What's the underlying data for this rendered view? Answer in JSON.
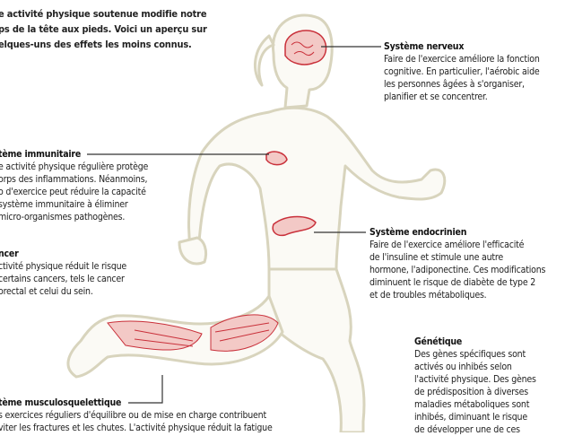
{
  "intro": {
    "lines": [
      "e activité physique soutenue modifie notre",
      "ps de la tête aux pieds. Voici un aperçu sur",
      "elques-uns des effets les moins connus."
    ]
  },
  "sections": {
    "nerveux": {
      "title": "Système nerveux",
      "lines": [
        "Faire de l'exercice améliore la fonction",
        "cognitive. En particulier, l'aérobic aide",
        "les personnes âgées à s'organiser,",
        "planifier et se concentrer."
      ]
    },
    "immunitaire": {
      "title": "tème immunitaire",
      "lines": [
        "e activité physique régulière protège",
        "orps des inflammations. Néanmoins,",
        "o d'exercice peut réduire la capacité",
        "système immunitaire à éliminer",
        "micro-organismes pathogènes."
      ]
    },
    "endocrinien": {
      "title": "Système endocrinien",
      "lines": [
        "Faire de l'exercice améliore l'efficacité",
        "de l'insuline et stimule une autre",
        "hormone, l'adiponectine. Ces modifications",
        "diminuent le risque de diabète de type 2",
        "et de troubles métaboliques."
      ]
    },
    "cancer": {
      "title": "ncer",
      "lines": [
        "ctivité physique réduit le risque",
        "certains cancers, tels le cancer",
        "orectal et celui du sein."
      ]
    },
    "genetique": {
      "title": "Génétique",
      "lines": [
        "Des gènes spécifiques sont",
        "activés ou inhibés selon",
        "l'activité physique. Des gènes",
        "de prédisposition à diverses",
        "maladies métaboliques sont",
        "inhibés, diminuant le risque",
        "de développer une de ces"
      ]
    },
    "musculo": {
      "title": "tème musculosquelettique",
      "lines": [
        "s exercices réguliers d'équilibre ou de mise en charge contribuent",
        "viter les fractures et les chutes. L'activité physique réduit la fatigue"
      ]
    }
  },
  "colors": {
    "body_outline": "#d8d4bd",
    "organ": "#c9303a",
    "organ_fill": "#f3c9c6",
    "leader": "#333333"
  }
}
